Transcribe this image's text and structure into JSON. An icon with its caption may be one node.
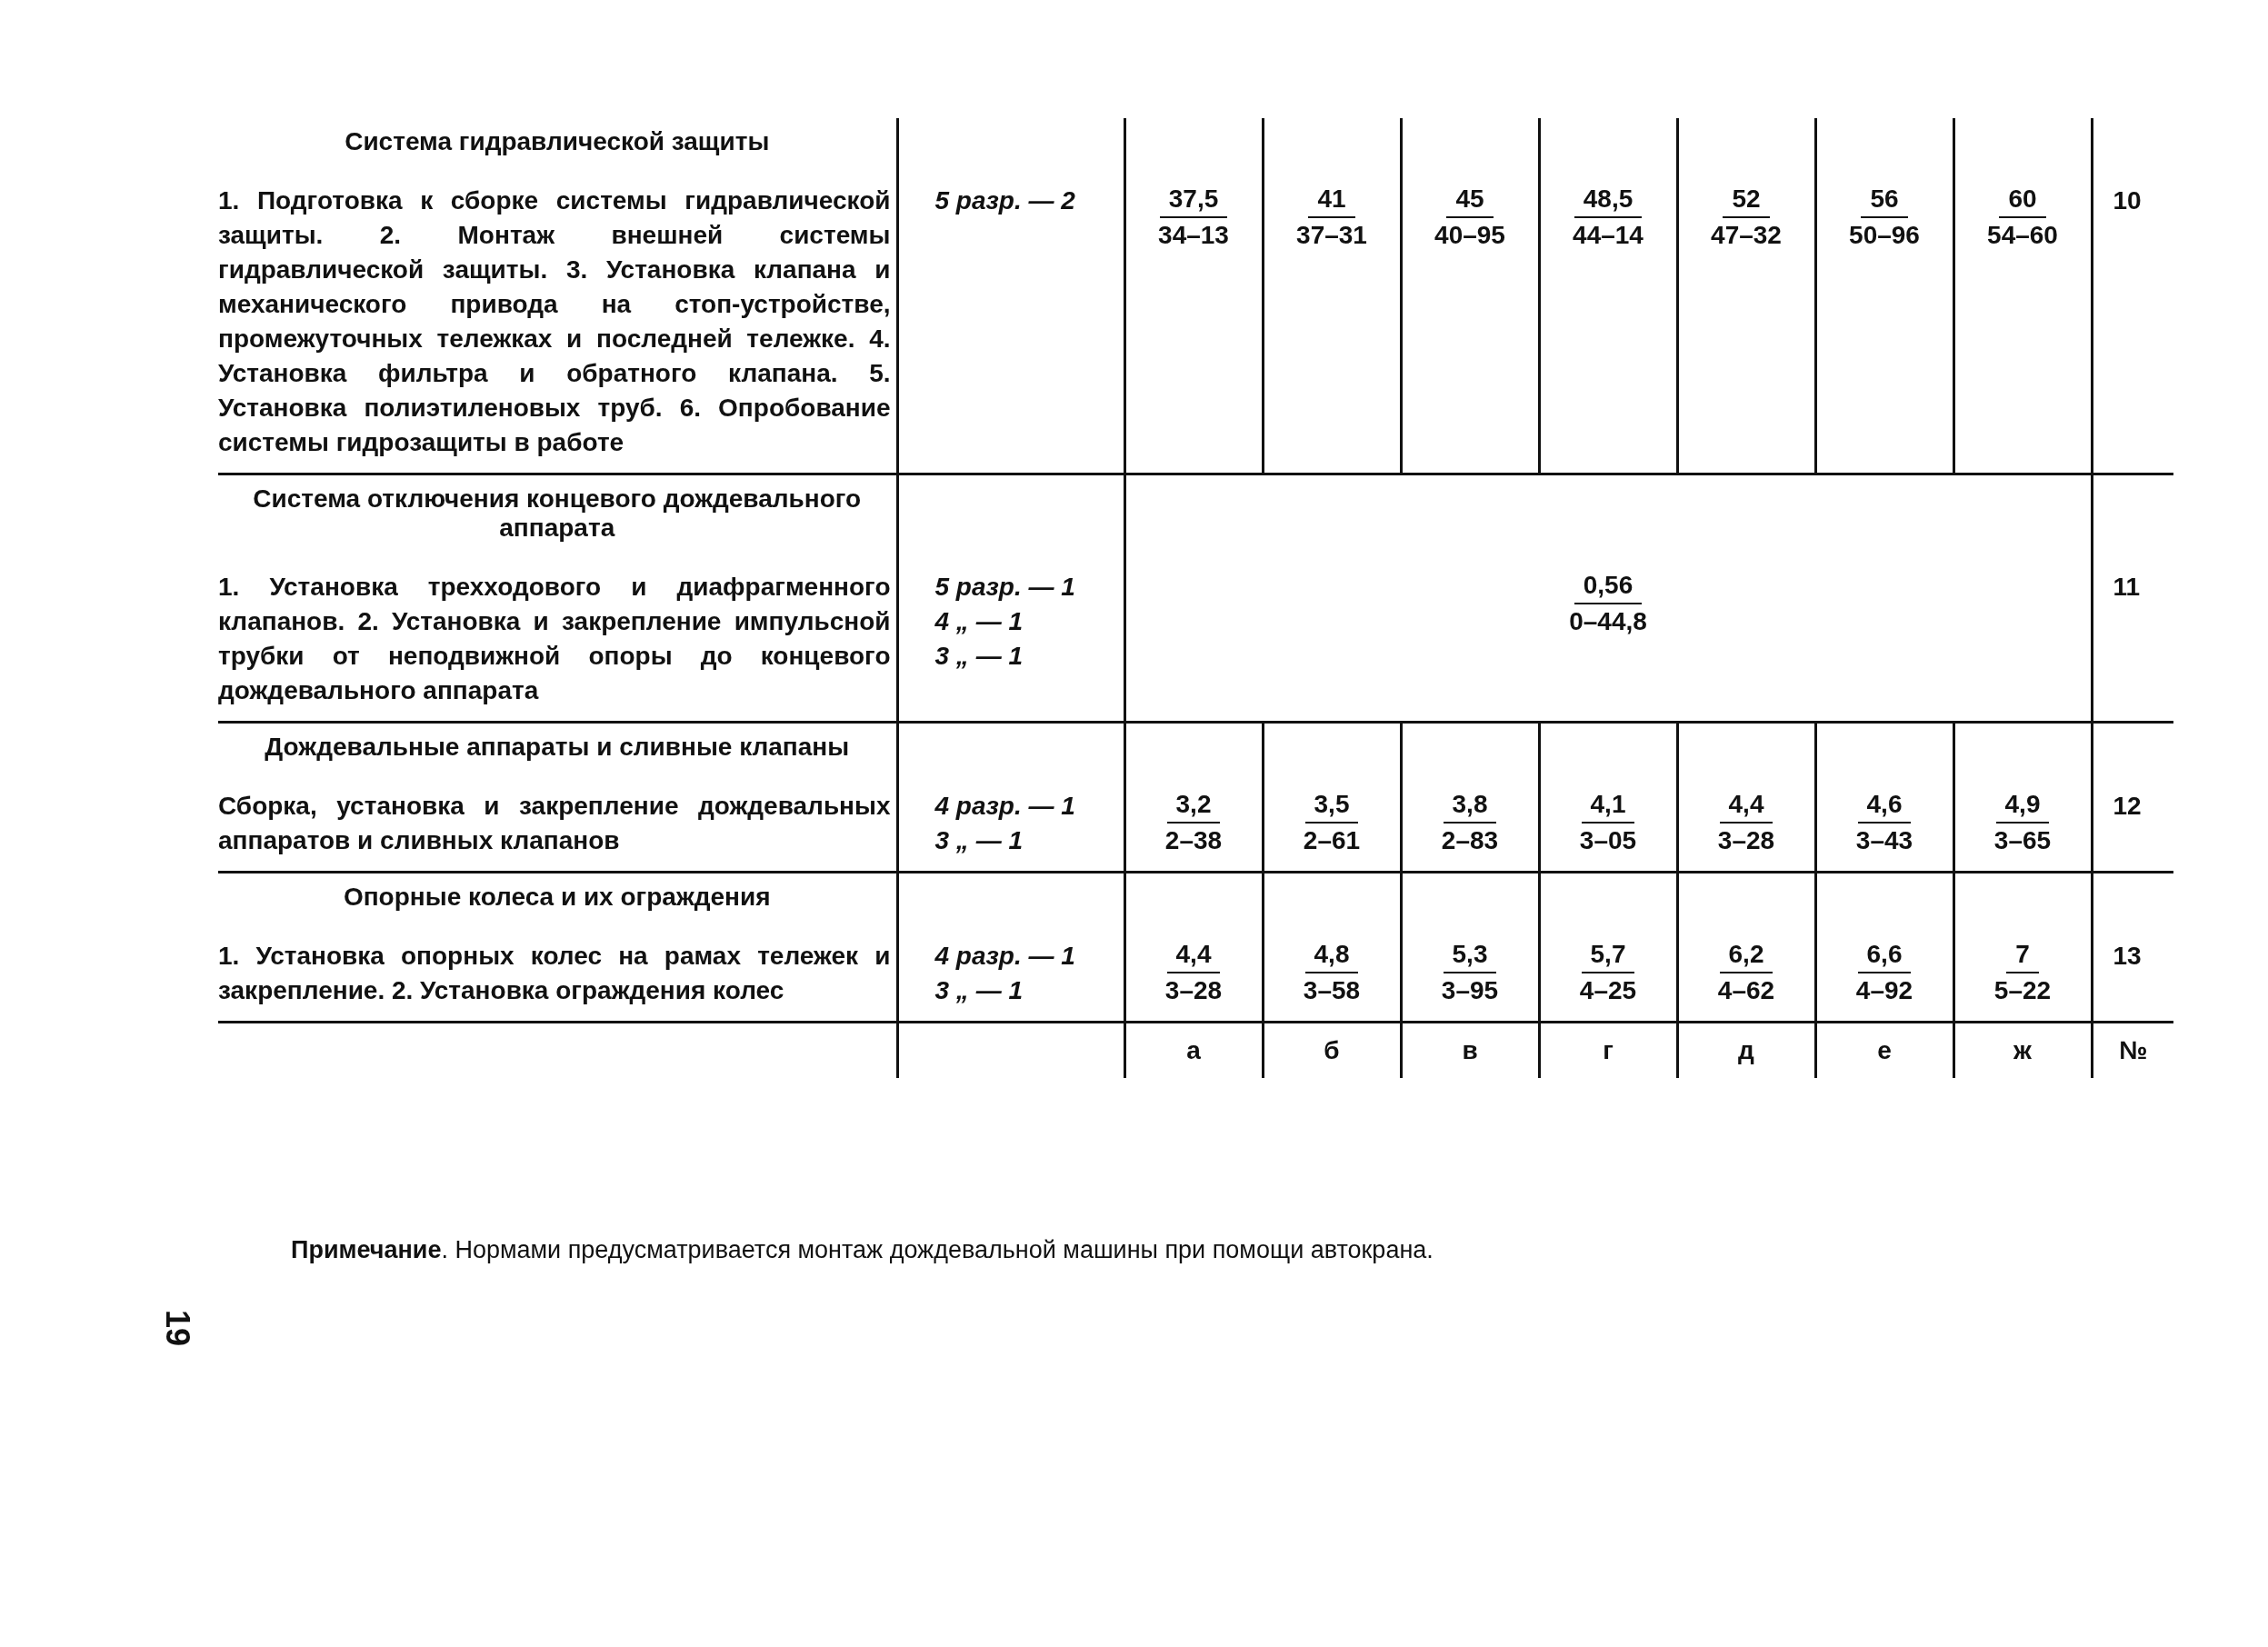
{
  "diagram": {
    "labels": [
      "Система гидравлической защиты",
      "1. Подготовка к сборке системы гидравлической защиты. 2. Монтаж внешней системы гидравлической защиты. 3. Установка клапана и механического привода на стоп-устройстве, промежуточных тележках и последней тележке. 4. Установка фильтра и обратного клапана. 5. Установка полиэтиленовых труб. 6. Опробование системы гидрозащиты в работе",
      "5 разр. — 2",
      "37,5",
      "34–13",
      "41",
      "37–31",
      "45",
      "40–95",
      "48,5",
      "44–14",
      "52",
      "47–32",
      "56",
      "50–96",
      "60",
      "54–60",
      "10",
      "Система отключения концевого дождевального аппарата",
      "1. Установка трехходового и диафрагменного клапанов. 2. Установка и закрепление импульсной трубки от неподвижной опоры до концевого дождевального аппарата",
      "5 разр. — 1",
      "4 „ — 1",
      "3 „ — 1",
      "0,56",
      "0–44,8",
      "11",
      "Дождевальные аппараты и сливные клапаны",
      "Сборка, установка и закрепление дождевальных аппаратов и сливных клапанов",
      "4 разр. — 1",
      "3 „ — 1",
      "3,2",
      "2–38",
      "3,5",
      "2–61",
      "3,8",
      "2–83",
      "4,1",
      "3–05",
      "4,4",
      "3–28",
      "4,6",
      "3–43",
      "4,9",
      "3–65",
      "12",
      "Опорные колеса и их ограждения",
      "1. Установка опорных колес на рамах тележек и закрепление. 2. Установка ограждения колес",
      "4 разр. — 1",
      "3 „ — 1",
      "4,4",
      "3–28",
      "4,8",
      "3–58",
      "5,3",
      "3–95",
      "5,7",
      "4–25",
      "6,2",
      "4–62",
      "6,6",
      "4–92",
      "7",
      "5–22",
      "13",
      "а",
      "б",
      "в",
      "г",
      "д",
      "е",
      "ж",
      "№",
      "**Примечание**. Нормами предусматривается монтаж дождевальной машины при помощи автокрана.",
      "19"
    ]
  }
}
